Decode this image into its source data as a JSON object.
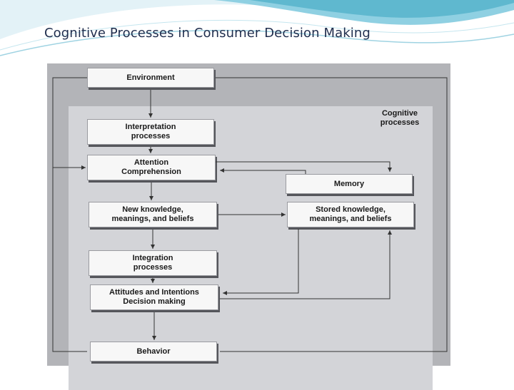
{
  "slide": {
    "title": "Cognitive Processes in Consumer Decision Making"
  },
  "diagram": {
    "group_label": "Cognitive\nprocesses",
    "nodes": {
      "environment": "Environment",
      "interpretation": "Interpretation\nprocesses",
      "attention": "Attention\nComprehension",
      "new_knowledge": "New knowledge,\nmeanings, and beliefs",
      "integration": "Integration\nprocesses",
      "attitudes": "Attitudes and Intentions\nDecision making",
      "behavior": "Behavior",
      "memory": "Memory",
      "stored_knowledge": "Stored knowledge,\nmeanings, and beliefs"
    }
  },
  "colors": {
    "title": "#1f2d4d",
    "banner_teal": "#5fb8cf",
    "banner_light": "#cfe9f1",
    "figure_outer": "#b3b4b8",
    "figure_inner": "#d3d4d8",
    "box_fill": "#f7f7f7",
    "arrow": "#333333"
  }
}
